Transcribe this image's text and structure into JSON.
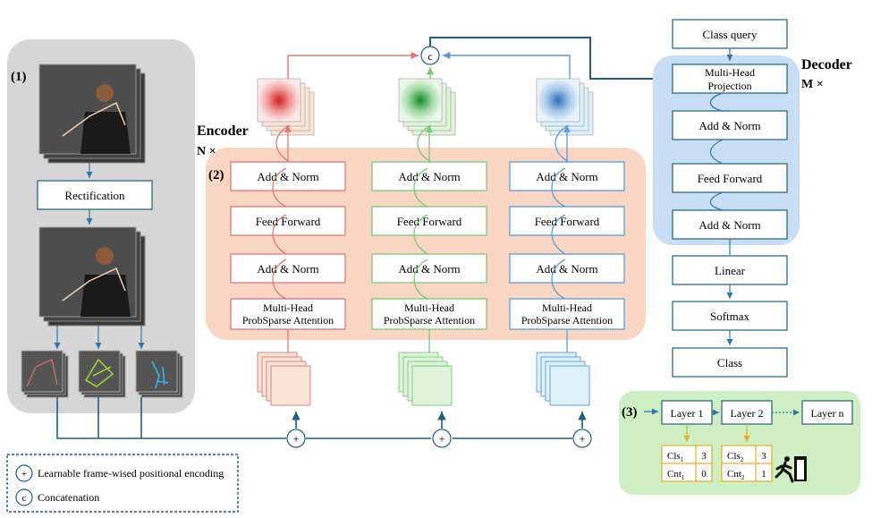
{
  "stage1": {
    "marker": "(1)",
    "rectification": "Rectification"
  },
  "encoder": {
    "title": "Encoder",
    "repeat": "N ×",
    "marker": "(2)",
    "columns": [
      {
        "color": "#d97878",
        "add_norm_top": "Add & Norm",
        "feed_forward": "Feed Forward",
        "add_norm_bottom": "Add & Norm",
        "attention_line1": "Multi-Head",
        "attention_line2": "ProbSparse Attention"
      },
      {
        "color": "#78c878",
        "add_norm_top": "Add & Norm",
        "feed_forward": "Feed Forward",
        "add_norm_bottom": "Add & Norm",
        "attention_line1": "Multi-Head",
        "attention_line2": "ProbSparse Attention"
      },
      {
        "color": "#5b9bd5",
        "add_norm_top": "Add & Norm",
        "feed_forward": "Feed Forward",
        "add_norm_bottom": "Add & Norm",
        "attention_line1": "Multi-Head",
        "attention_line2": "ProbSparse Attention"
      }
    ]
  },
  "concat_symbol": "c",
  "plus_symbol": "+",
  "decoder": {
    "title": "Decoder",
    "repeat": "M ×",
    "class_query": "Class query",
    "projection_line1": "Multi-Head",
    "projection_line2": "Projection",
    "add_norm_top": "Add & Norm",
    "feed_forward": "Feed Forward",
    "add_norm_bottom": "Add & Norm",
    "linear": "Linear",
    "softmax": "Softmax",
    "class": "Class"
  },
  "stage3": {
    "marker": "(3)",
    "layer1": "Layer 1",
    "layer2": "Layer 2",
    "layern": "Layer n",
    "cls1_label": "Cls",
    "cls1_sub": "1",
    "cls1_value": "3",
    "cnt1_label": "Cnt",
    "cnt1_sub": "1",
    "cnt1_value": "0",
    "cls2_label": "Cls",
    "cls2_sub": "2",
    "cls2_value": "3",
    "cnt2_label": "Cnt",
    "cnt2_sub": "2",
    "cnt2_value": "1"
  },
  "legend": {
    "plus_desc": "Learnable frame-wised positional encoding",
    "concat_desc": "Concatenation"
  },
  "colors": {
    "box_stroke": "#1f5f7a",
    "arrow": "#2e75a8",
    "stage1_bg": "#d6d6d6",
    "encoder_bg": "#f9d6c4",
    "decoder_bg": "#c8def5",
    "stage3_bg": "#cfeec4"
  }
}
